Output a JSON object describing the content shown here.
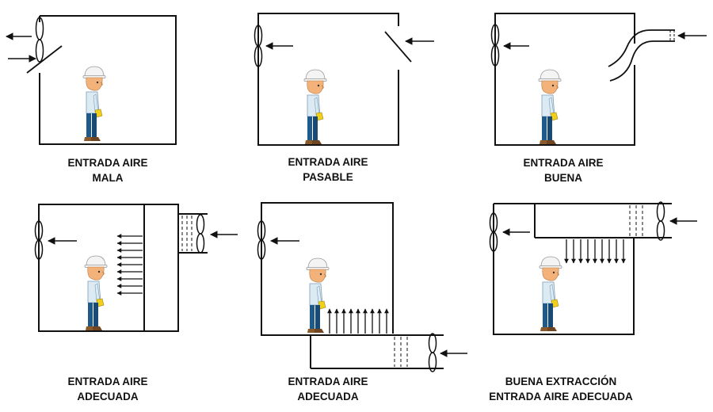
{
  "panels": [
    {
      "id": "mala",
      "lines": [
        "ENTRADA AIRE",
        "MALA"
      ]
    },
    {
      "id": "pasable",
      "lines": [
        "ENTRADA AIRE",
        "PASABLE"
      ]
    },
    {
      "id": "buena",
      "lines": [
        "ENTRADA AIRE",
        "BUENA"
      ]
    },
    {
      "id": "adecuada-lateral",
      "lines": [
        "ENTRADA AIRE",
        "ADECUADA"
      ]
    },
    {
      "id": "adecuada-piso",
      "lines": [
        "ENTRADA AIRE",
        "ADECUADA"
      ]
    },
    {
      "id": "buena-extraccion",
      "lines": [
        "BUENA EXTRACCIÓN",
        "ENTRADA AIRE ADECUADA"
      ]
    }
  ],
  "colors": {
    "line": "#111111",
    "skin": "#f2b27a",
    "helmet": "#f4f4f4",
    "shirt": "#dbeaf3",
    "pants": "#1f5a8c",
    "shoes": "#8a5a2b",
    "glove": "#f2cf1b"
  }
}
